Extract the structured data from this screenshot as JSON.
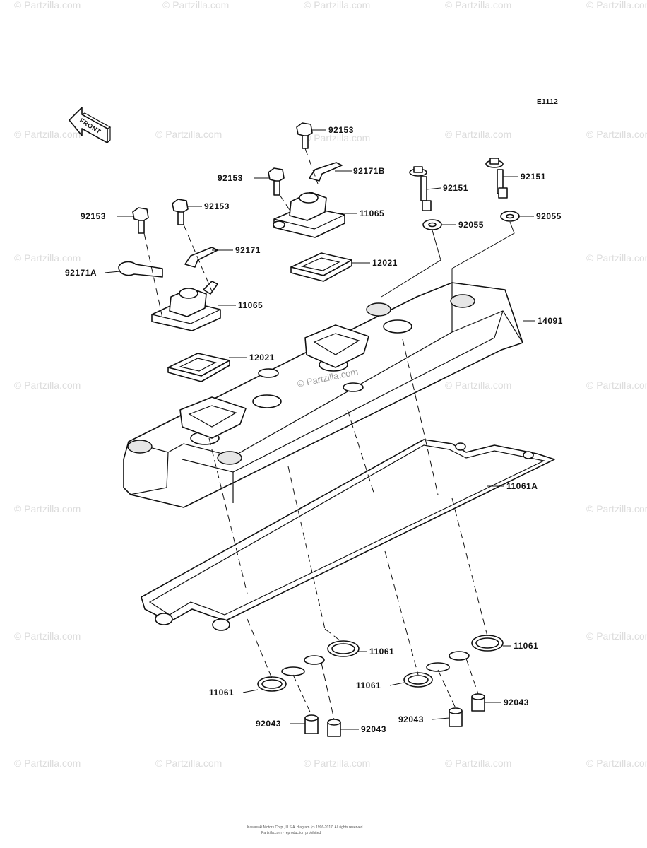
{
  "diagram_code": "E1112",
  "front_label": "FRONT",
  "watermark_text": "© Partzilla.com",
  "footer_lines": [
    "Kawasaki Motors Corp., U.S.A. diagram (c) 1996-2017. All rights reserved.",
    "Partzilla.com - reproduction prohibited"
  ],
  "callouts": [
    {
      "id": "92153-top",
      "text": "92153"
    },
    {
      "id": "92153-mid",
      "text": "92153"
    },
    {
      "id": "92153-left",
      "text": "92153"
    },
    {
      "id": "92153-center",
      "text": "92153"
    },
    {
      "id": "92171B",
      "text": "92171B"
    },
    {
      "id": "11065-right",
      "text": "11065"
    },
    {
      "id": "92171",
      "text": "92171"
    },
    {
      "id": "92171A",
      "text": "92171A"
    },
    {
      "id": "11065-left",
      "text": "11065"
    },
    {
      "id": "12021-right",
      "text": "12021"
    },
    {
      "id": "12021-left",
      "text": "12021"
    },
    {
      "id": "92151-left",
      "text": "92151"
    },
    {
      "id": "92151-right",
      "text": "92151"
    },
    {
      "id": "92055-left",
      "text": "92055"
    },
    {
      "id": "92055-right",
      "text": "92055"
    },
    {
      "id": "14091",
      "text": "14091"
    },
    {
      "id": "11061A",
      "text": "11061A"
    },
    {
      "id": "11061-center",
      "text": "11061"
    },
    {
      "id": "11061-right",
      "text": "11061"
    },
    {
      "id": "11061-left",
      "text": "11061"
    },
    {
      "id": "11061-mid",
      "text": "11061"
    },
    {
      "id": "92043-left",
      "text": "92043"
    },
    {
      "id": "92043-center",
      "text": "92043"
    },
    {
      "id": "92043-mid",
      "text": "92043"
    },
    {
      "id": "92043-right",
      "text": "92043"
    }
  ]
}
